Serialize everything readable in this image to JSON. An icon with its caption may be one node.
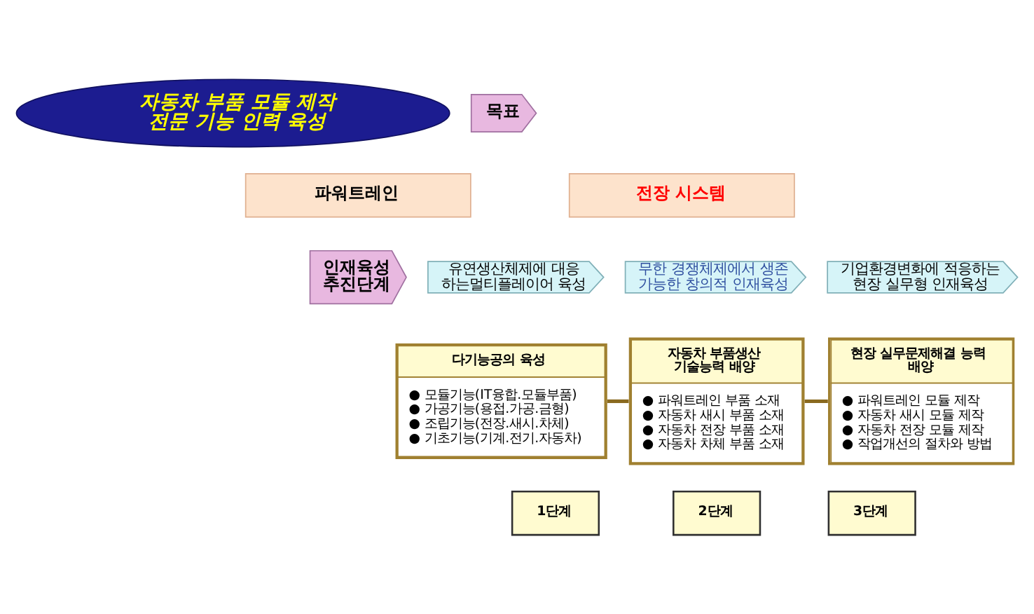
{
  "diagram": {
    "nodes": [
      {
        "text": [
          "목표"
        ]
      },
      {
        "text": [
          "자동차 부품 모듈 제작 전문 기능 인력 육성"
        ]
      },
      {
        "text": [
          "파워트레인"
        ]
      },
      {
        "text": [
          "전장 시스템"
        ]
      },
      {
        "text": [
          "인재육성 추진단계"
        ]
      },
      {
        "text": [
          "유연생산체제에 대응 하는멀티플레이어 육성"
        ]
      },
      {
        "text": [
          "무한 경쟁체제에서 생존 가능한 창의적 인재육성"
        ]
      },
      {
        "text": [
          "기업환경변화에 적응하는 현장 실무형 인재육성"
        ]
      },
      {
        "text": [
          "다기능공의 육성",
          "● 모듈기능(IT융합.모듈부품)",
          "● 가공기능(용접.가공.금형)",
          "● 조립기능(전장.새시.차체)",
          "● 기초기능(기계.전기.자동차)"
        ]
      },
      {
        "text": [
          "자동차 부품생산 기술능력 배양",
          "● 파워트레인 부품 소재",
          "● 자동차 새시 부품 소재",
          "● 자동차 전장 부품 소재",
          "● 자동차 차체 부품 소재"
        ]
      },
      {
        "text": [
          "현장 실무문제해결 능력 배양",
          "● 파워트레인 모듈 제작",
          "● 자동차 새시 모듈 제작",
          "● 자동차 전장 모듈 제작",
          "● 작업개선의 절차와 방법"
        ]
      },
      {
        "text": [
          "1단계"
        ]
      },
      {
        "text": [
          "2단계"
        ]
      },
      {
        "text": [
          "3단계"
        ]
      }
    ],
    "edges": [
      {
        "from": 8,
        "to": 9,
        "arrow": "none"
      },
      {
        "from": 9,
        "to": 10,
        "arrow": "none"
      }
    ]
  }
}
